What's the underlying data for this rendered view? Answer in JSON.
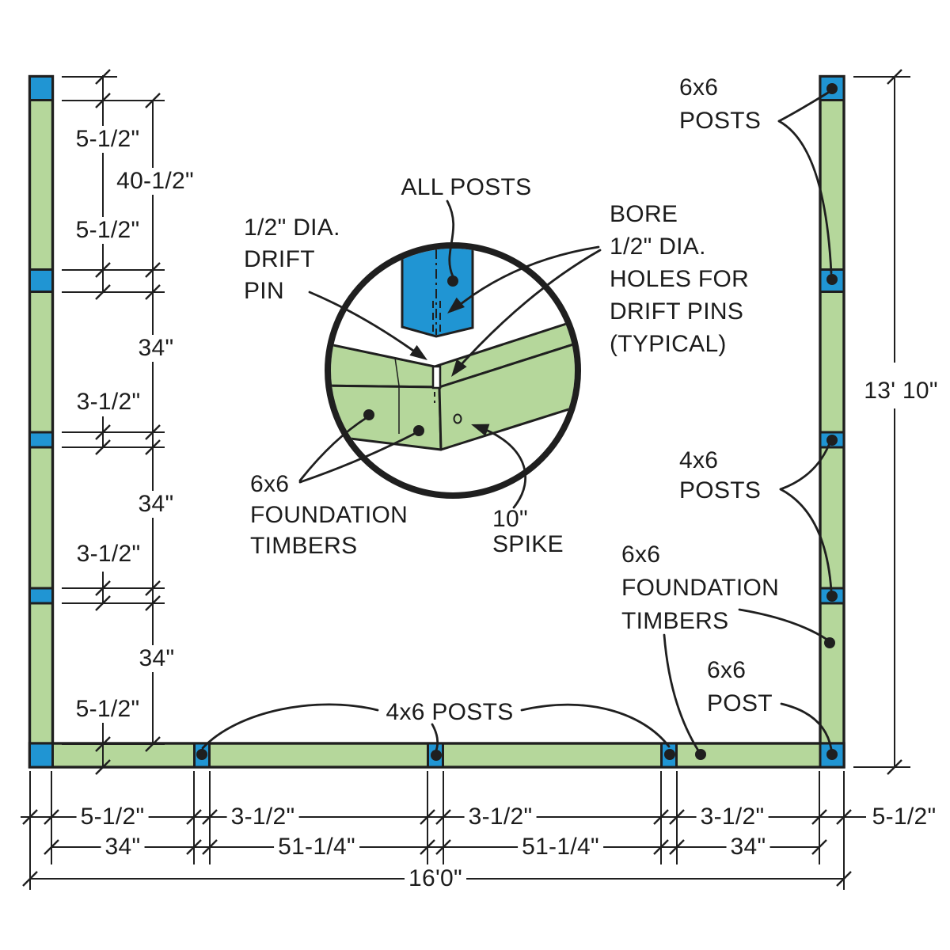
{
  "colors": {
    "timber_green": "#b5d79b",
    "post_blue": "#2095d3",
    "ink": "#1f1f1f"
  },
  "labels": {
    "all_posts": "ALL POSTS",
    "drift_pin": "1/2\" DIA.\nDRIFT\nPIN",
    "bore_holes": "BORE\n1/2\" DIA.\nHOLES FOR\nDRIFT PINS\n(TYPICAL)",
    "foundation_timbers_left": "6x6\nFOUNDATION\nTIMBERS",
    "spike": "10\"\nSPIKE",
    "posts_6x6": "6x6\nPOSTS",
    "posts_4x6_side": "4x6\nPOSTS",
    "foundation_timbers_right": "6x6\nFOUNDATION\nTIMBERS",
    "post_6x6": "6x6\nPOST",
    "posts_4x6_bottom": "4x6 POSTS"
  },
  "dimensions": {
    "left": [
      "5-1/2\"",
      "40-1/2\"",
      "5-1/2\"",
      "34\"",
      "3-1/2\"",
      "34\"",
      "3-1/2\"",
      "34\"",
      "5-1/2\""
    ],
    "right_total": "13' 10\"",
    "bottom_row1": [
      "5-1/2\"",
      "3-1/2\"",
      "3-1/2\"",
      "3-1/2\"",
      "5-1/2\""
    ],
    "bottom_row2": [
      "34\"",
      "51-1/4\"",
      "51-1/4\"",
      "34\""
    ],
    "bottom_total": "16'0\""
  }
}
